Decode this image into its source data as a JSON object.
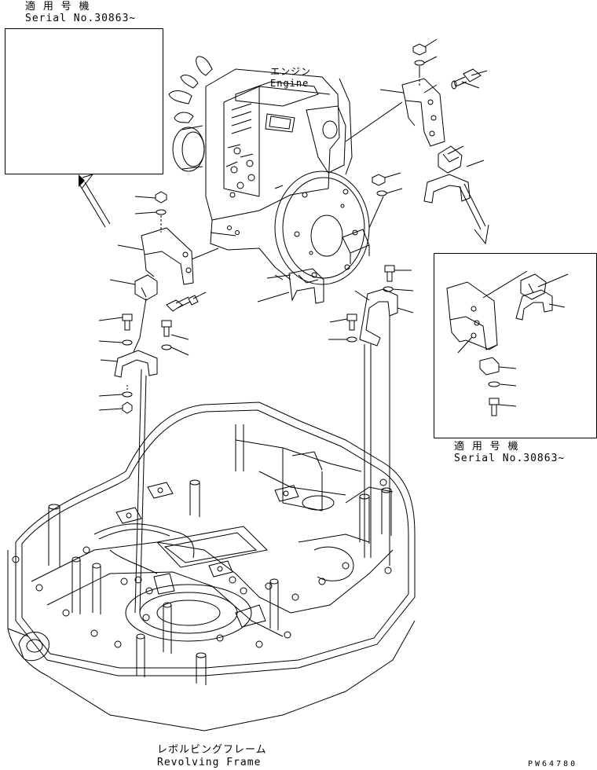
{
  "top_left_inset": {
    "applicable_models_jp": "適 用 号 機",
    "serial_label": "Serial No.30863~"
  },
  "bottom_right_inset": {
    "applicable_models_jp": "適 用 号 機",
    "serial_label": "Serial No.30863~"
  },
  "engine_label": {
    "jp": "エンジン",
    "en": "Engine"
  },
  "frame_label": {
    "jp": "レボルビングフレーム",
    "en": "Revolving Frame"
  },
  "drawing_number": "PW64780"
}
